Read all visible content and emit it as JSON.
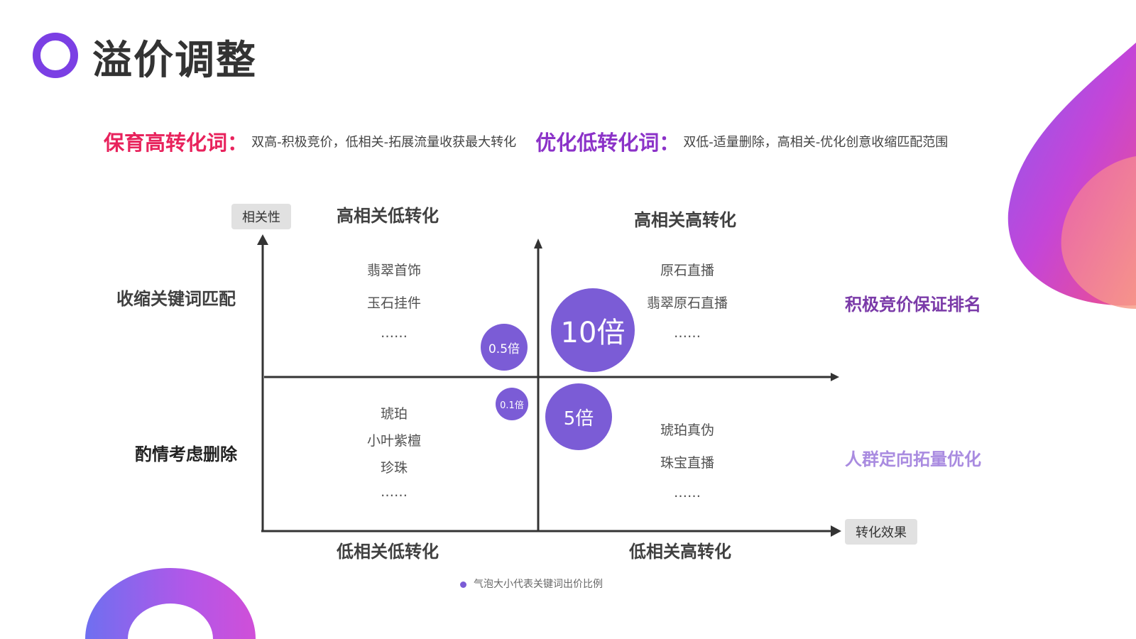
{
  "title": "溢价调整",
  "subtitle": {
    "keep_label": "保育高转化词：",
    "keep_text": "双高-积极竞价，低相关-拓展流量收获最大转化",
    "optimize_label": "优化低转化词：",
    "optimize_text": "双低-适量删除，高相关-优化创意收缩匹配范围"
  },
  "axes": {
    "y_label": "相关性",
    "x_label": "转化效果"
  },
  "quadrants": {
    "top_left": {
      "title": "高相关低转化",
      "keywords": [
        "翡翠首饰",
        "玉石挂件",
        "……"
      ]
    },
    "top_right": {
      "title": "高相关高转化",
      "keywords": [
        "原石直播",
        "翡翠原石直播",
        "……"
      ]
    },
    "bottom_left": {
      "title": "低相关低转化",
      "keywords": [
        "琥珀",
        "小叶紫檀",
        "珍珠",
        "……"
      ]
    },
    "bottom_right": {
      "title": "低相关高转化",
      "keywords": [
        "琥珀真伪",
        "珠宝直播",
        "……"
      ]
    }
  },
  "side_labels": {
    "left_top": "收缩关键词匹配",
    "left_bottom": "酌情考虑删除",
    "right_top": "积极竞价保证排名",
    "right_bottom": "人群定向拓量优化"
  },
  "bubbles": {
    "top_left": "0.5倍",
    "bottom_left": "0.1倍",
    "top_right": "10倍",
    "bottom_right": "5倍"
  },
  "legend": "气泡大小代表关键词出价比例",
  "colors": {
    "accent_purple": "#7b3fe4",
    "keep_red": "#e8225c",
    "optimize_purple": "#8b32c8",
    "right_top_purple": "#7a3aa8",
    "right_bottom_lavender": "#a98be0",
    "bubble": "#7b5cd6"
  }
}
